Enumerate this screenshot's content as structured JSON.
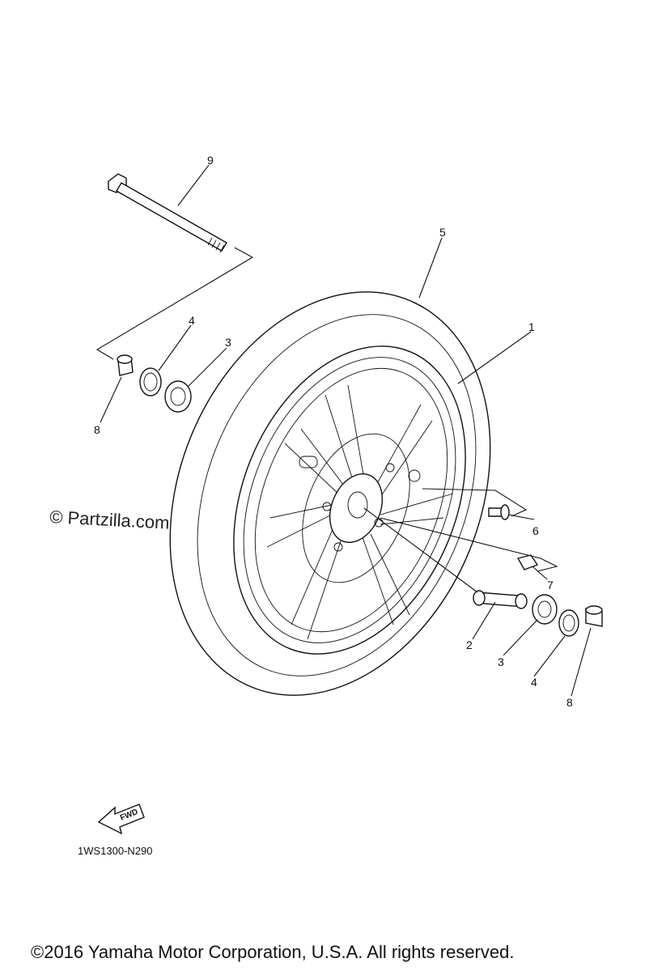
{
  "callouts": {
    "c1": "1",
    "c2": "2",
    "c3a": "3",
    "c3b": "3",
    "c4a": "4",
    "c4b": "4",
    "c5": "5",
    "c6": "6",
    "c7": "7",
    "c8a": "8",
    "c8b": "8",
    "c9": "9"
  },
  "fwd_label": "FWD",
  "watermark": "© Partzilla.com",
  "diagram_code": "1WS1300-N290",
  "copyright": "©2016 Yamaha Motor Corporation, U.S.A. All rights reserved."
}
